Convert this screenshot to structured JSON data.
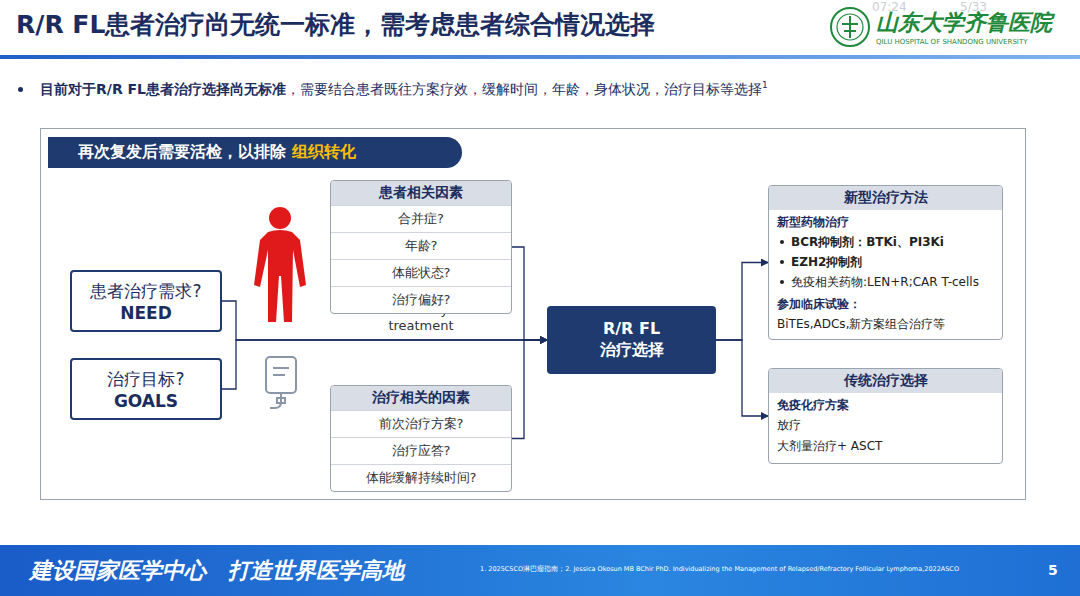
{
  "diagram": {
    "title": "R/R FL患者治疗尚无统一标准，需考虑患者综合情况选择",
    "nodes": [
      {
        "text": [
          "再次复发后需要活检，以排除",
          "组织转化"
        ]
      },
      {
        "text": [
          "患者治疗需求?",
          "NEED"
        ]
      },
      {
        "text": [
          "治疗目标?",
          "GOALS"
        ]
      },
      {
        "text": [
          "患者相关因素",
          "合并症?",
          "年龄?",
          "体能状态?",
          "治疗偏好?"
        ]
      },
      {
        "text": [
          "治疗相关的因素",
          "前次治疗方案?",
          "治疗应答?",
          "体能缓解持续时间?"
        ]
      },
      {
        "text": [
          "R/R FL 治疗选择"
        ]
      },
      {
        "text": [
          "新型治疗方法",
          "新型药物治疗",
          "BCR抑制剂：BTKi、PI3Ki",
          "EZH2抑制剂",
          "免疫相关药物:LEN+R;CAR T-cells",
          "参加临床试验：",
          "BiTEs,ADCs,新方案组合治疗等"
        ]
      },
      {
        "text": [
          "传统治疗选择",
          "免疫化疗方案",
          "放疗",
          "大剂量治疗+ ASCT"
        ]
      }
    ],
    "edges": [
      {
        "from": 1,
        "to": 5,
        "arrow": "to"
      },
      {
        "from": 2,
        "to": 5,
        "arrow": "to"
      },
      {
        "from": 3,
        "to": 5,
        "arrow": "to"
      },
      {
        "from": 4,
        "to": 5,
        "arrow": "to"
      },
      {
        "from": 5,
        "to": 6,
        "arrow": "to"
      },
      {
        "from": 5,
        "to": 7,
        "arrow": "to"
      }
    ],
    "labels": [
      "07:24",
      "5/33",
      "山东大学齐鲁医院",
      "QILU HOSPITAL OF SHANDONG UNIVERSITY",
      "目前对于R/R FL患者治疗选择尚无标准",
      "，需要结合患者既往方案疗效，缓解时间，年龄，身体状况，治疗目标等选择",
      "1",
      "Availability of treatment",
      "建设国家医学中心　打造世界医学高地",
      "1. 2025CSCO淋巴瘤指南；2. Jessica Okosun MB BChir PhD. Individualizing the Management of Relapsed/Refractory Follicular Lymphoma,2022ASCO",
      "5"
    ]
  }
}
